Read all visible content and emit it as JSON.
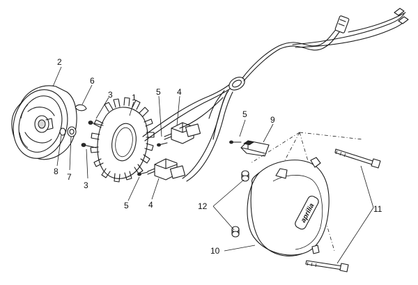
{
  "callouts": [
    {
      "id": "1",
      "label": "1"
    },
    {
      "id": "2",
      "label": "2"
    },
    {
      "id": "3a",
      "label": "3"
    },
    {
      "id": "3b",
      "label": "3"
    },
    {
      "id": "4a",
      "label": "4"
    },
    {
      "id": "4b",
      "label": "4"
    },
    {
      "id": "5a",
      "label": "5"
    },
    {
      "id": "5b",
      "label": "5"
    },
    {
      "id": "5c",
      "label": "5"
    },
    {
      "id": "6",
      "label": "6"
    },
    {
      "id": "7",
      "label": "7"
    },
    {
      "id": "8",
      "label": "8"
    },
    {
      "id": "9",
      "label": "9"
    },
    {
      "id": "10",
      "label": "10"
    },
    {
      "id": "11",
      "label": "11"
    },
    {
      "id": "12",
      "label": "12"
    }
  ],
  "cover_logo": "aprilia"
}
